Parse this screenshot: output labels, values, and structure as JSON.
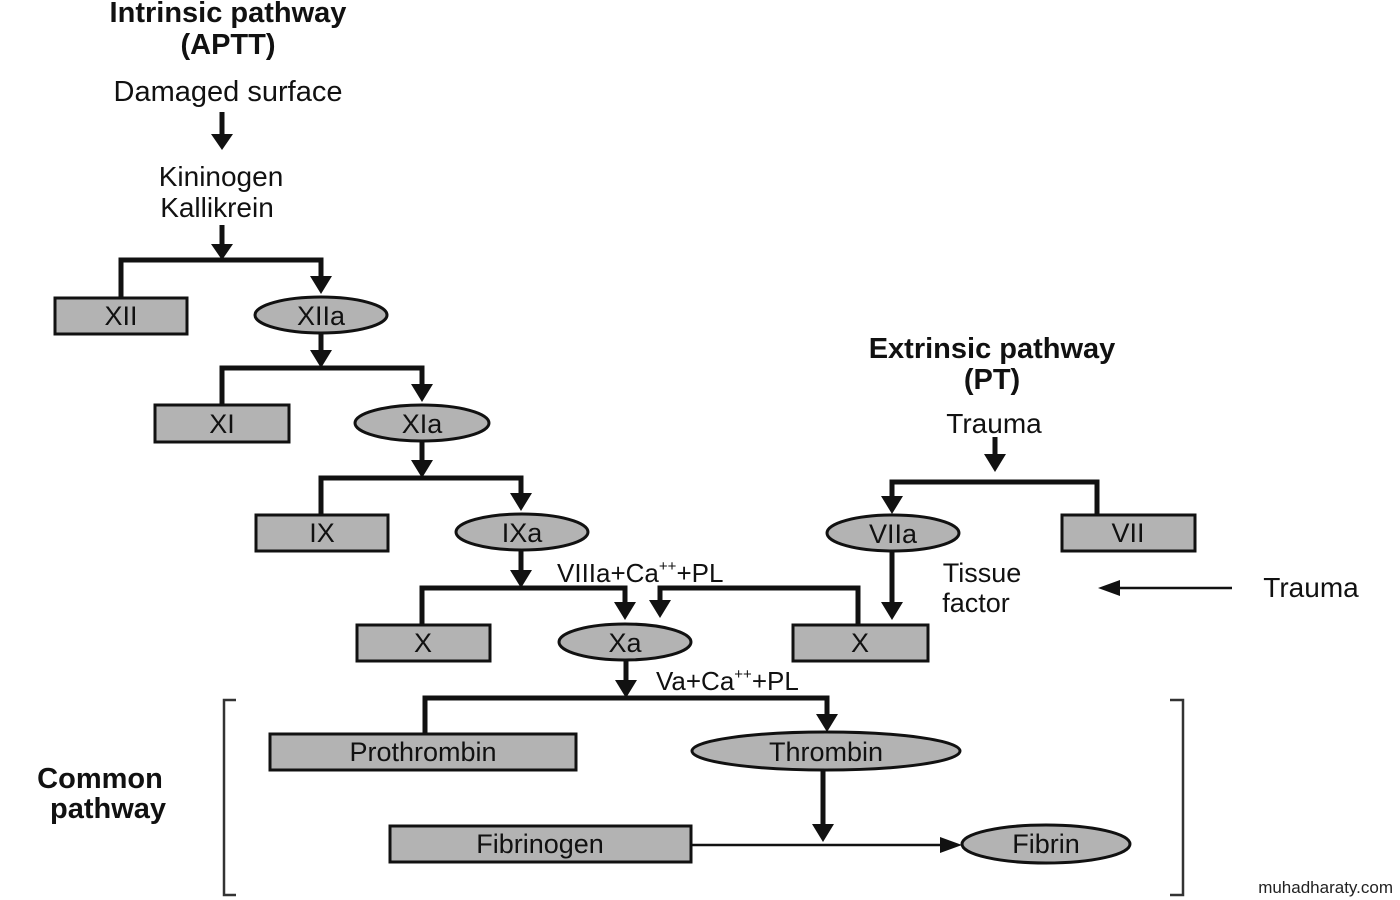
{
  "intrinsic": {
    "title_line1": "Intrinsic pathway",
    "title_line2": "(APTT)"
  },
  "extrinsic": {
    "title_line1": "Extrinsic pathway",
    "title_line2": "(PT)"
  },
  "common": {
    "label_line1": "Common",
    "label_line2": "pathway"
  },
  "labels": {
    "damaged_surface": "Damaged surface",
    "kininogen": "Kininogen",
    "kallikrein": "Kallikrein",
    "trauma_top": "Trauma",
    "trauma_side": "Trauma",
    "tissue_factor_line1": "Tissue",
    "tissue_factor_line2": "factor",
    "cofactor_viiia": "VIIIa+Ca",
    "cofactor_viiia_sup": "++",
    "cofactor_viiia_suffix": "+PL",
    "cofactor_va": "Va+Ca",
    "cofactor_va_sup": "++",
    "cofactor_va_suffix": "+PL"
  },
  "factors": {
    "xii": "XII",
    "xiia": "XIIa",
    "xi": "XI",
    "xia": "XIa",
    "ix": "IX",
    "ixa": "IXa",
    "x_left": "X",
    "xa": "Xa",
    "x_right": "X",
    "viia": "VIIa",
    "vii": "VII",
    "prothrombin": "Prothrombin",
    "thrombin": "Thrombin",
    "fibrinogen": "Fibrinogen",
    "fibrin": "Fibrin"
  },
  "watermark": "muhadharaty.com"
}
